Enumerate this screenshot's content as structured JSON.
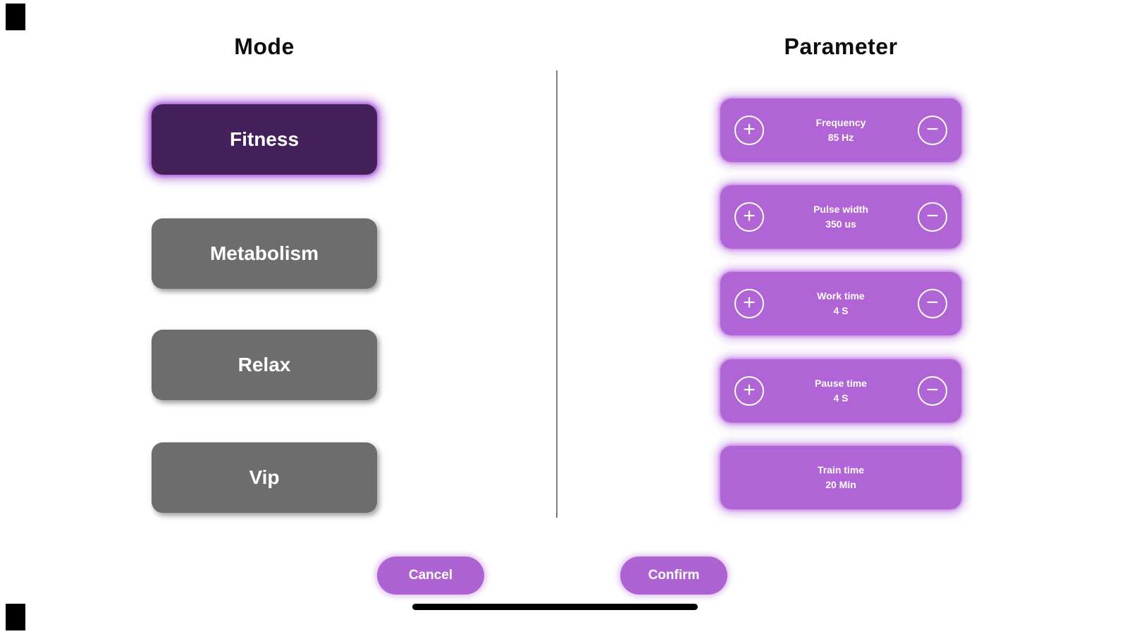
{
  "mode": {
    "title": "Mode",
    "items": [
      {
        "label": "Fitness",
        "selected": true
      },
      {
        "label": "Metabolism",
        "selected": false
      },
      {
        "label": "Relax",
        "selected": false
      },
      {
        "label": "Vip",
        "selected": false
      }
    ]
  },
  "parameters": {
    "title": "Parameter",
    "items": [
      {
        "label": "Frequency",
        "value": "85 Hz",
        "adjustable": true
      },
      {
        "label": "Pulse width",
        "value": "350 us",
        "adjustable": true
      },
      {
        "label": "Work time",
        "value": "4 S",
        "adjustable": true
      },
      {
        "label": "Pause time",
        "value": "4 S",
        "adjustable": true
      },
      {
        "label": "Train time",
        "value": "20 Min",
        "adjustable": false
      }
    ]
  },
  "actions": {
    "cancel": "Cancel",
    "confirm": "Confirm"
  },
  "icons": {
    "plus": "+",
    "minus": "−"
  },
  "colors": {
    "selected_mode_bg": "#45215b",
    "mode_bg": "#6d6d6d",
    "param_bg": "#b164d5",
    "accent_glow": "#b06add",
    "action_bg": "#ae63d2"
  }
}
